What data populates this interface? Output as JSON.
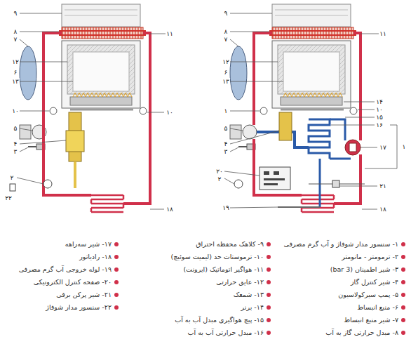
{
  "diagram": {
    "labels": [
      "۹",
      "۸",
      "۷",
      "۱۲",
      "۶",
      "۱۳",
      "۱۰",
      "۵",
      "۴",
      "۳",
      "۲",
      "۲۲",
      "۱۱",
      "۱۰",
      "۱۸",
      "۹",
      "۸",
      "۷",
      "۱۲",
      "۶",
      "۱۳",
      "۱",
      "۵",
      "۴",
      "۳",
      "۲۰",
      "۲",
      "۱۹",
      "۱۱",
      "۱۴",
      "۱۰",
      "۱۵",
      "۱۶",
      "۱",
      "۱۷",
      "۲۱",
      "۱۸",
      "۱- سنسور مدار شوفاژ و آب گرم مصرفی",
      "۲- ترمومتر - مانومتر",
      "۳- شیر اطمینان (3 bar)",
      "۴- شیر کنترل گاز",
      "۵- پمپ سیرکولاسیون",
      "۶- منبع انبساط",
      "۷- شیر منبع انبساط",
      "۸- مبدل حرارتی گاز به آب",
      "۹- کلاهک محفظه احتراق",
      "۱۰- ترموستات حد (لیمیت سوئیچ)",
      "۱۱- هواگیر اتوماتیک (ایرونت)",
      "۱۲- عایق حرارتی",
      "۱۳- شمعک",
      "۱۴- برنر",
      "۱۵- پیچ هواگیری مبدل آب به آب",
      "۱۶- مبدل حرارتی آب به آب",
      "۱۷- شیر سه‌راهه",
      "۱۸- رادیاتور",
      "۱۹- لوله خروجی آب گرم مصرفی",
      "۲۰- صفحه کنترل الکترونیکی",
      "۲۱- شیر پرکن برقی",
      "۲۲- سنسور مدار شوفاژ"
    ]
  }
}
